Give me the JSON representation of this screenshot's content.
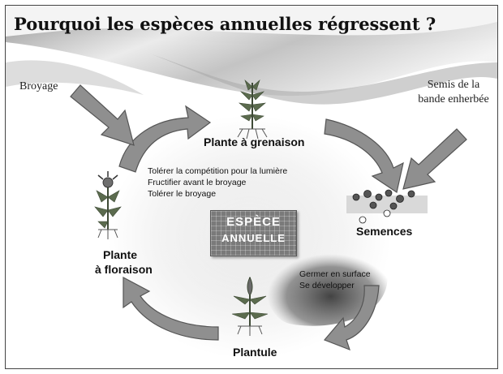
{
  "title": "Pourquoi les espèces annuelles régressent ?",
  "labels": {
    "broyage": "Broyage",
    "semis": "Semis de la bande enherbée",
    "grenaison": "Plante à grenaison",
    "floraison_line1": "Plante",
    "floraison_line2": "à floraison",
    "semences": "Semences",
    "plantule": "Plantule"
  },
  "center": {
    "line1": "ESPÈCE",
    "line2": "ANNUELLE"
  },
  "notes": {
    "competition": [
      "Tolérer la compétition pour la lumière",
      "Fructifier avant le broyage",
      "Tolérer le broyage"
    ],
    "germination": [
      "Germer en surface",
      "Se développer"
    ]
  },
  "colors": {
    "arrow_fill": "#8f8f8f",
    "arrow_stroke": "#555555",
    "plant_green": "#4a5a40",
    "seed": "#555555"
  },
  "icons": [
    "curved-arrow-icon",
    "straight-arrow-icon",
    "plant-icon",
    "flower-icon",
    "seedling-icon",
    "seeds-icon"
  ]
}
